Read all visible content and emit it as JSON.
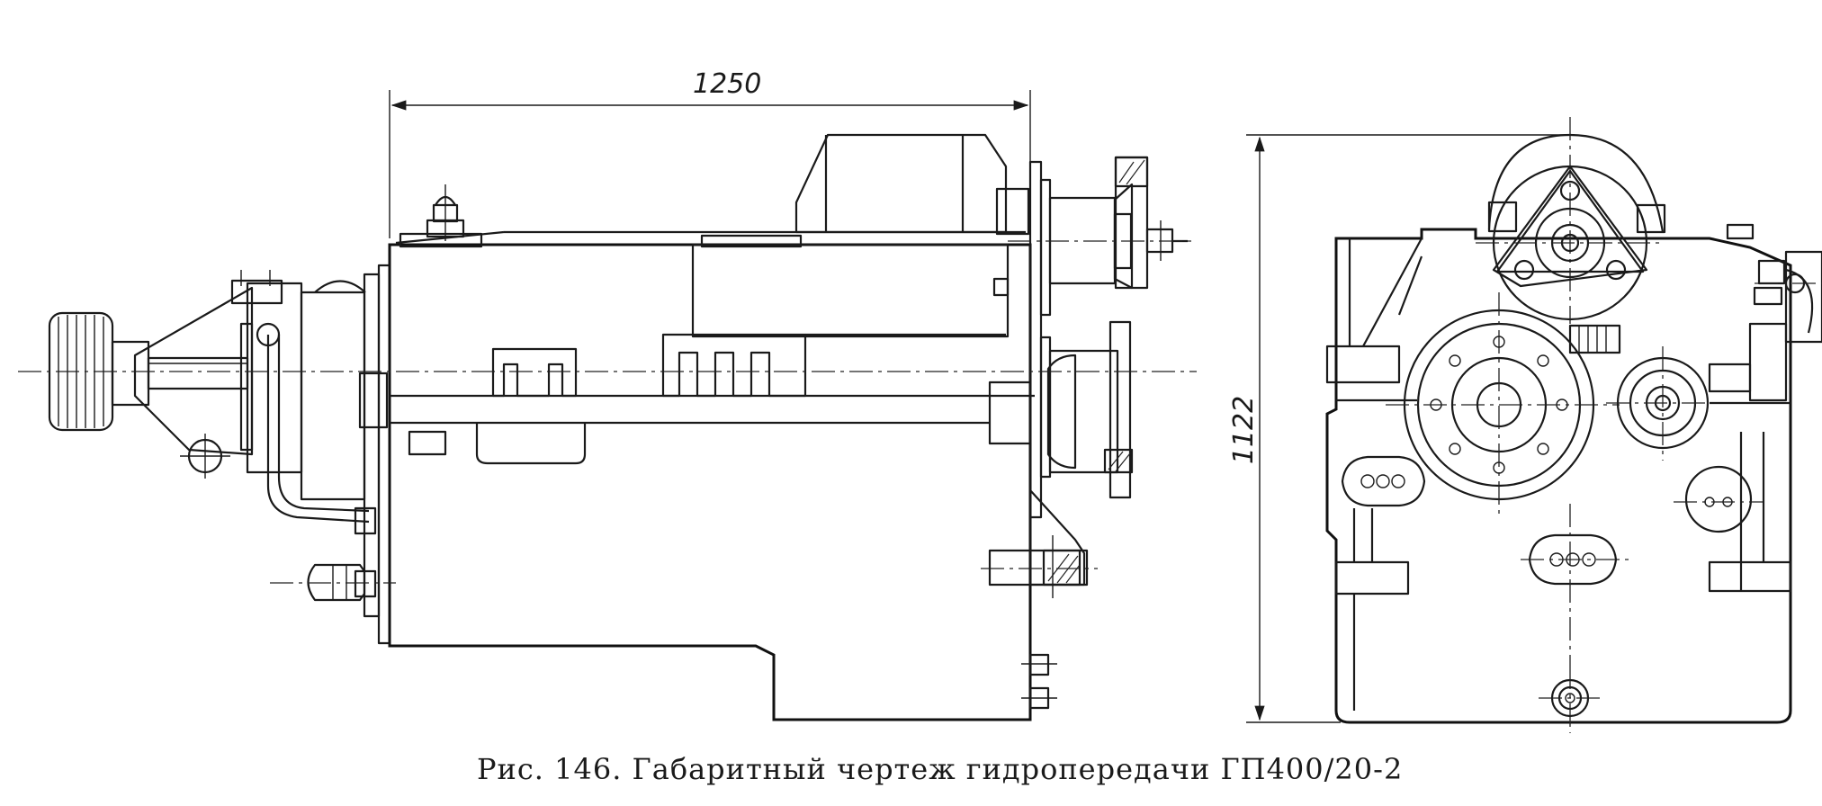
{
  "figure": {
    "caption": "Рис. 146. Габаритный чертеж гидропередачи ГП400/20-2",
    "dimension_length": "1250",
    "dimension_height": "1122"
  }
}
